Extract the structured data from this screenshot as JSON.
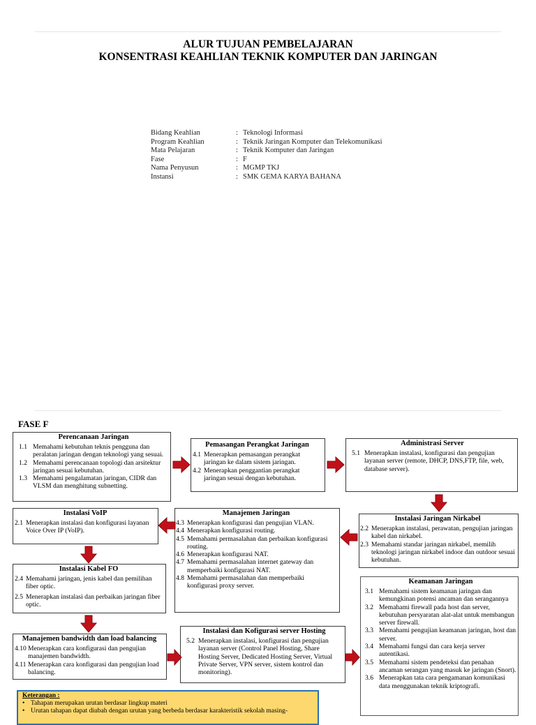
{
  "header": {
    "title_line1": "ALUR TUJUAN PEMBELAJARAN",
    "title_line2": "KONSENTRASI KEAHLIAN TEKNIK KOMPUTER DAN JARINGAN"
  },
  "meta": [
    {
      "key": "Bidang Keahlian",
      "sep": ":",
      "value": "Teknologi Informasi"
    },
    {
      "key": "Program Keahlian",
      "sep": ":",
      "value": "Teknik Jaringan Komputer dan Telekomunikasi"
    },
    {
      "key": "Mata Pelajaran",
      "sep": ":",
      "value": "Teknik Komputer dan Jaringan"
    },
    {
      "key": "Fase",
      "sep": ":",
      "value": "F"
    },
    {
      "key": "Nama Penyusun",
      "sep": ":",
      "value": "MGMP TKJ"
    },
    {
      "key": "Instansi",
      "sep": ":",
      "value": "SMK GEMA KARYA BAHANA"
    }
  ],
  "fase_label": "FASE F",
  "boxes": {
    "perencanaan": {
      "title": "Perencanaan Jaringan",
      "items": [
        {
          "num": "1.1",
          "text": "Memahami kebutuhan teknis pengguna dan peralatan jaringan dengan teknologi yang sesuai."
        },
        {
          "num": "1.2",
          "text": "Memahami perencanaan topologi dan arsitektur jaringan sesuai kebutuhan."
        },
        {
          "num": "1.3",
          "text": "Memahami pengalamatan jaringan, CIDR dan VLSM dan menghitung subnetting."
        }
      ]
    },
    "pemasangan": {
      "title": "Pemasangan Perangkat Jaringan",
      "items": [
        {
          "num": "4.1",
          "text": "Menerapkan pemasangan perangkat jaringan ke dalam sistem jaringan."
        },
        {
          "num": "4.2",
          "text": "Menerapkan penggantian perangkat jaringan sesuai dengan kebutuhan."
        }
      ]
    },
    "administrasi": {
      "title": "Administrasi Server",
      "items": [
        {
          "num": "5.1",
          "text": "Menerapkan instalasi, konfigurasi dan pengujian layanan server (remote, DHCP, DNS,FTP, file, web, database server)."
        }
      ]
    },
    "voip": {
      "title": "Instalasi VoIP",
      "items": [
        {
          "num": "2.1",
          "text": "Menerapkan instalasi dan konfigurasi layanan Voice Over IP (VoIP)."
        }
      ]
    },
    "manajemen": {
      "title": "Manajemen Jaringan",
      "items": [
        {
          "num": "4.3",
          "text": "Menerapkan konfigurasi dan pengujian VLAN."
        },
        {
          "num": "4.4",
          "text": "Menerapkan konfigurasi routing."
        },
        {
          "num": "4.5",
          "text": "Memahami permasalahan dan perbaikan konfigurasi routing."
        },
        {
          "num": "4.6",
          "text": "Menerapkan konfigurasi NAT."
        },
        {
          "num": "4.7",
          "text": "Memahami permasalahan internet gateway dan memperbaiki konfigurasi NAT."
        },
        {
          "num": "4.8",
          "text": "Memahami permasalahan dan memperbaiki konfigurasi proxy server."
        }
      ]
    },
    "nirkabel": {
      "title": "Instalasi Jaringan Nirkabel",
      "items": [
        {
          "num": "2.2",
          "text": "Menerapkan instalasi, perawatan, pengujian jaringan kabel dan nirkabel."
        },
        {
          "num": "2.3",
          "text": "Memahami standar jaringan nirkabel, memilih teknologi jaringan nirkabel indoor dan outdoor sesuai kebutuhan."
        }
      ]
    },
    "kabelfo": {
      "title": "Instalasi Kabel FO",
      "items": [
        {
          "num": "2.4",
          "text": "Memahami jaringan, jenis kabel dan pemilihan fiber optic."
        },
        {
          "num": "2.5",
          "text": "Menerapkan instalasi dan perbaikan jaringan fiber optic."
        }
      ]
    },
    "keamanan": {
      "title": "Keamanan Jaringan",
      "items": [
        {
          "num": "3.1",
          "text": "Memahami sistem keamanan jaringan dan kemungkinan potensi ancaman dan serangannya"
        },
        {
          "num": "3.2",
          "text": "Memahami firewall pada host dan server, kebutuhan persyaratan alat-alat untuk membangun server firewall."
        },
        {
          "num": "3.3",
          "text": "Memahami pengujian keamanan jaringan, host dan server."
        },
        {
          "num": "3.4",
          "text": "Memahami fungsi dan cara kerja server autentikasi."
        },
        {
          "num": "3.5",
          "text": "Memahami sistem pendeteksi dan penahan ancaman serangan yang masuk ke jaringan (Snort)."
        },
        {
          "num": "3.6",
          "text": "Menerapkan tata cara pengamanan komunikasi data menggunakan teknik kriptografi."
        }
      ]
    },
    "bandwidth": {
      "title": "Manajemen bandwidth dan load balancing",
      "items": [
        {
          "num": "4.10",
          "text": "Menerapkan cara konfigurasi dan pengujian manajemen bandwidth."
        },
        {
          "num": "4.11",
          "text": "Menerapkan cara konfigurasi dan pengujian load balancing."
        }
      ]
    },
    "hosting": {
      "title": "Instalasi dan Kofigurasi server Hosting",
      "items": [
        {
          "num": "5.2",
          "text": "Menerapkan instalasi, konfigurasi dan pengujian layanan server (Control Panel Hosting, Share Hosting Server, Dedicated Hosting Server, Virtual Private Server, VPN server, sistem kontrol dan monitoring)."
        }
      ]
    }
  },
  "keterangan": {
    "heading": "Keterangan :",
    "items": [
      "Tahapan merupakan urutan berdasar lingkup materi",
      "Urutan tahapan dapat diubah dengan urutan yang berbeda berdasar karakteristik  sekolah masing-"
    ]
  },
  "colors": {
    "arrow": "#c0111a",
    "arrow_stroke": "#8b0a10",
    "note_bg": "#fcd86e",
    "note_border": "#2e6db4"
  }
}
